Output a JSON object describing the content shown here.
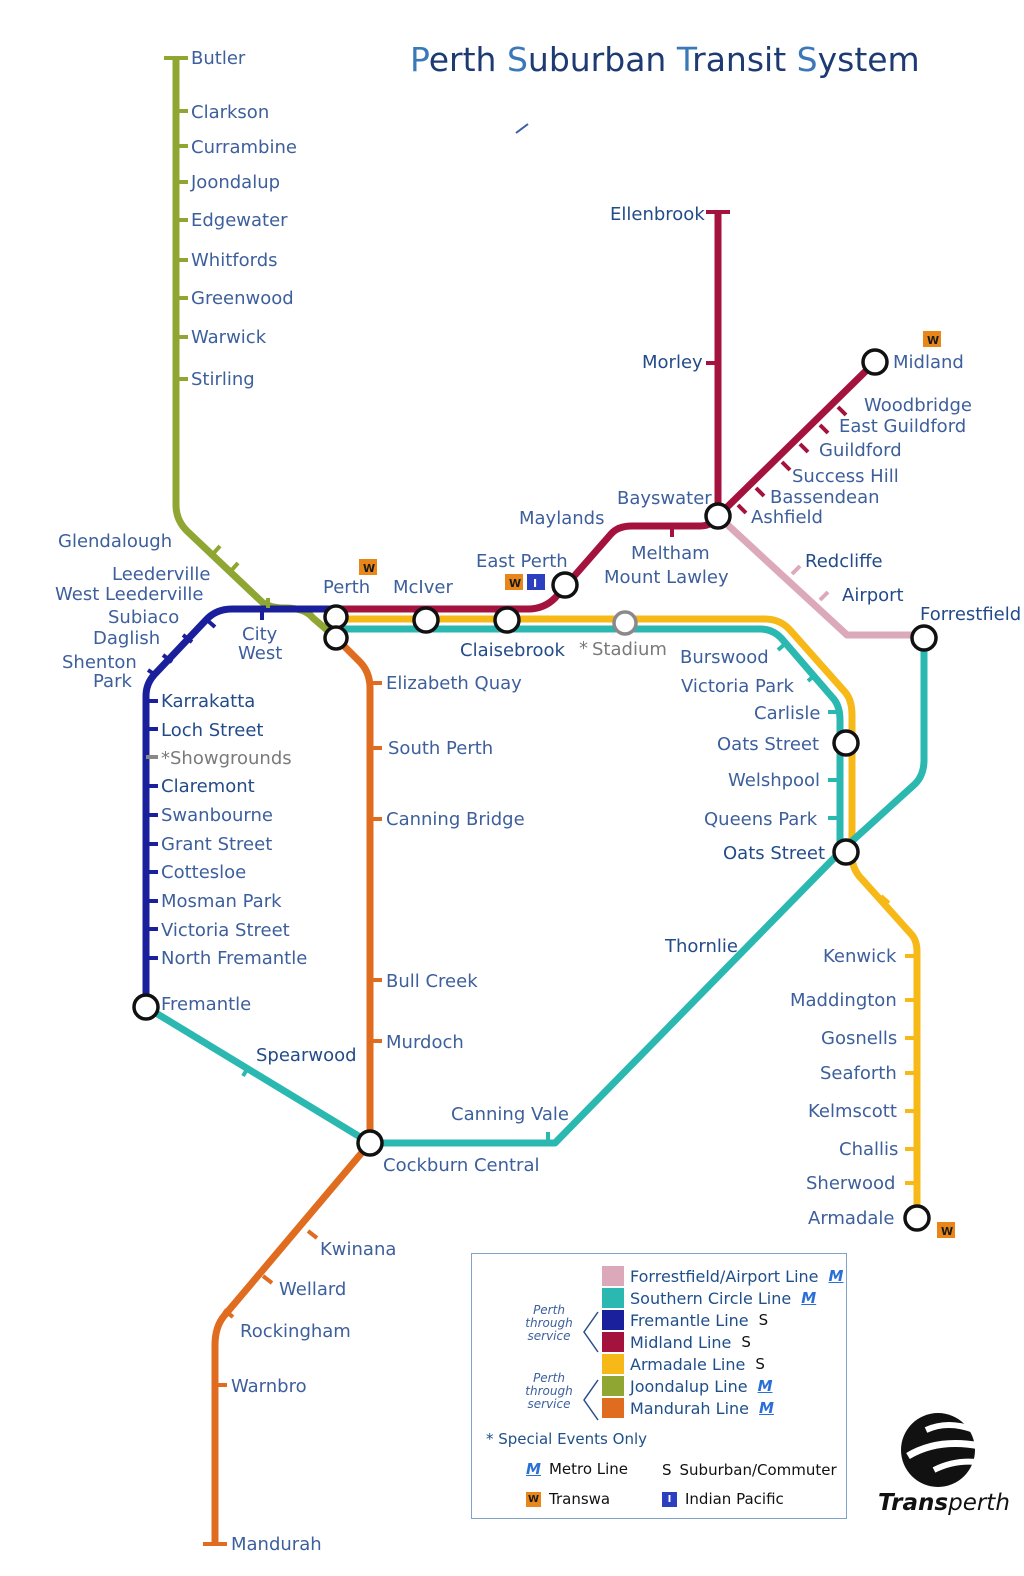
{
  "title": {
    "prefix_cap1": "P",
    "w1": "erth ",
    "cap2": "S",
    "w2": "uburban ",
    "cap3": "T",
    "w3": "ransit ",
    "cap4": "S",
    "w4": "ystem"
  },
  "colors": {
    "joondalup": "#8fa632",
    "fremantle": "#1a1f9c",
    "midland": "#a4123e",
    "armadale": "#f7b917",
    "mandurah": "#e06c1f",
    "southern_circle": "#2ab8b1",
    "airport": "#dba9ba",
    "transwa": "#e8861a",
    "indian_pacific": "#2b3fc0"
  },
  "stations": {
    "butler": "Butler",
    "clarkson": "Clarkson",
    "currambine": "Currambine",
    "joondalup": "Joondalup",
    "edgewater": "Edgewater",
    "whitfords": "Whitfords",
    "greenwood": "Greenwood",
    "warwick": "Warwick",
    "stirling": "Stirling",
    "glendalough": "Glendalough",
    "leederville": "Leederville",
    "west_leederville": "West Leederville",
    "subiaco": "Subiaco",
    "daglish": "Daglish",
    "shenton": "Shenton",
    "park": "Park",
    "city": "City",
    "west": "West",
    "perth": "Perth",
    "mciver": "McIver",
    "east_perth": "East Perth",
    "claisebrook": "Claisebrook",
    "stadium": "Stadium",
    "stadium_star": "*",
    "ellenbrook": "Ellenbrook",
    "morley": "Morley",
    "bayswater": "Bayswater",
    "maylands": "Maylands",
    "meltham": "Meltham",
    "mount_lawley": "Mount Lawley",
    "midland": "Midland",
    "woodbridge": "Woodbridge",
    "east_guildford": "East Guildford",
    "guildford": "Guildford",
    "success_hill": "Success Hill",
    "bassendean": "Bassendean",
    "ashfield": "Ashfield",
    "redcliffe": "Redcliffe",
    "airport": "Airport",
    "forrestfield": "Forrestfield",
    "karrakatta": "Karrakatta",
    "loch_street": "Loch Street",
    "showgrounds": "*Showgrounds",
    "claremont": "Claremont",
    "swanbourne": "Swanbourne",
    "grant_street": "Grant Street",
    "cottesloe": "Cottesloe",
    "mosman_park": "Mosman Park",
    "victoria_street": "Victoria Street",
    "north_fremantle": "North Fremantle",
    "fremantle": "Fremantle",
    "spearwood": "Spearwood",
    "elizabeth_quay": "Elizabeth Quay",
    "south_perth": "South Perth",
    "canning_bridge": "Canning Bridge",
    "bull_creek": "Bull Creek",
    "murdoch": "Murdoch",
    "cockburn_central": "Cockburn Central",
    "canning_vale": "Canning Vale",
    "thornlie": "Thornlie",
    "kwinana": "Kwinana",
    "wellard": "Wellard",
    "rockingham": "Rockingham",
    "warnbro": "Warnbro",
    "mandurah": "Mandurah",
    "burswood": "Burswood",
    "victoria_park": "Victoria Park",
    "carlisle": "Carlisle",
    "oats_street_1": "Oats Street",
    "welshpool": "Welshpool",
    "queens_park": "Queens Park",
    "oats_street_2": "Oats Street",
    "kenwick": "Kenwick",
    "maddington": "Maddington",
    "gosnells": "Gosnells",
    "seaforth": "Seaforth",
    "kelmscott": "Kelmscott",
    "challis": "Challis",
    "sherwood": "Sherwood",
    "armadale": "Armadale"
  },
  "badges": {
    "w": "W",
    "i": "I"
  },
  "legend": {
    "lines": [
      {
        "name": "Forrestfield/Airport Line",
        "symbol": "M",
        "color": "#dba9ba",
        "m": true
      },
      {
        "name": "Southern Circle Line",
        "symbol": "M",
        "color": "#2ab8b1",
        "m": true
      },
      {
        "name": "Fremantle Line",
        "symbol": "S",
        "color": "#1a1f9c",
        "m": false
      },
      {
        "name": "Midland Line",
        "symbol": "S",
        "color": "#a4123e",
        "m": false
      },
      {
        "name": "Armadale Line",
        "symbol": "S",
        "color": "#f7b917",
        "m": false
      },
      {
        "name": "Joondalup Line",
        "symbol": "M",
        "color": "#8fa632",
        "m": true
      },
      {
        "name": "Mandurah Line",
        "symbol": "M",
        "color": "#e06c1f",
        "m": true
      }
    ],
    "through_1": "Perth through service",
    "through_2": "Perth through service",
    "special_events": "* Special Events Only",
    "metro_sym": "M",
    "metro_label": "Metro Line",
    "suburban_sym": "S",
    "suburban_label": "Suburban/Commuter",
    "transwa_sym": "W",
    "transwa_label": "Transwa",
    "ip_sym": "I",
    "ip_label": "Indian Pacific"
  },
  "logo": {
    "bold": "Trans",
    "thin": "perth"
  }
}
